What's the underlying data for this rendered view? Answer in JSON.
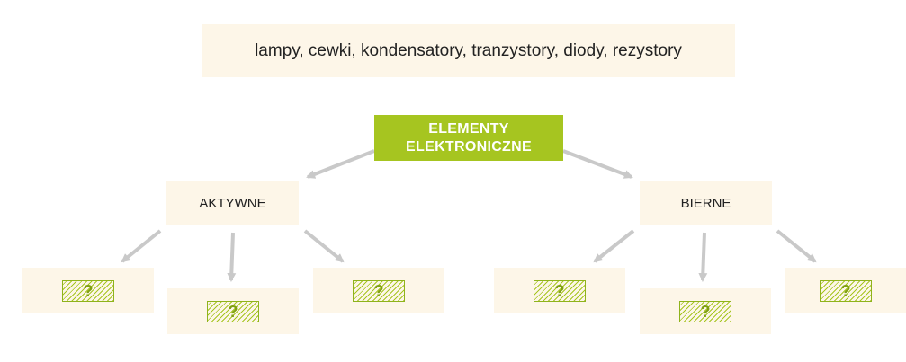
{
  "components_list": "lampy, cewki, kondensatory, tranzystory, diody, rezystory",
  "root": {
    "line1": "ELEMENTY",
    "line2": "ELEKTRONICZNE"
  },
  "categories": {
    "active": "AKTYWNE",
    "passive": "BIERNE"
  },
  "slots": [
    "?",
    "?",
    "?",
    "?",
    "?",
    "?"
  ],
  "colors": {
    "accent": "#a6c520",
    "box_background": "#fdf6e8",
    "arrow": "#c9c9c9"
  }
}
